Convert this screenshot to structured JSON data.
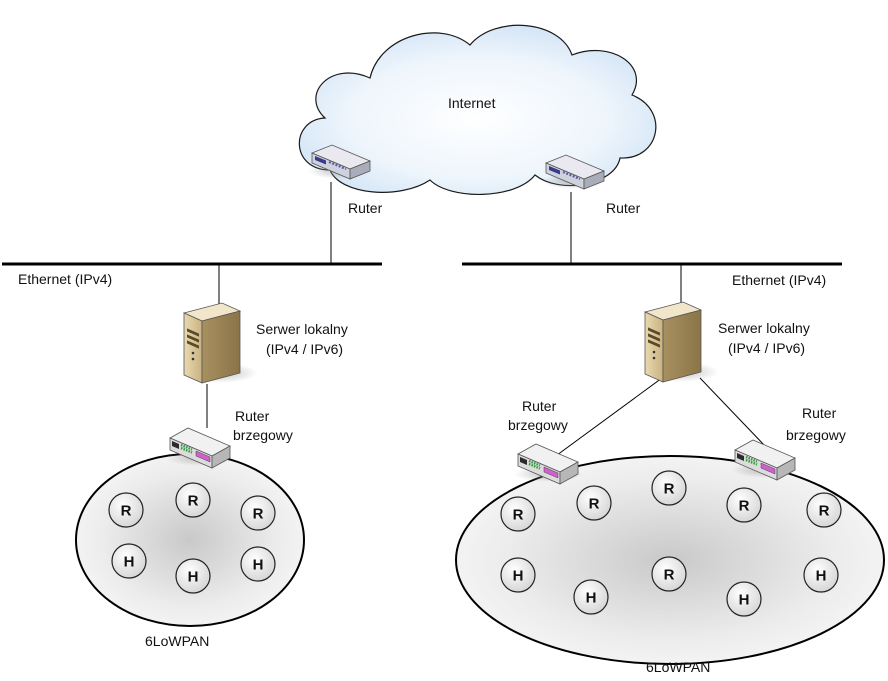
{
  "labels": {
    "internet": "Internet",
    "router": "Ruter",
    "ethernet": "Ethernet (IPv4)",
    "server_line1": "Serwer lokalny",
    "server_line2": "(IPv4 / IPv6)",
    "border_router_line1": "Ruter",
    "border_router_line2": "brzegowy",
    "network": "6LoWPAN"
  },
  "left_network": {
    "nodes": [
      "R",
      "R",
      "R",
      "H",
      "H",
      "H"
    ]
  },
  "right_network": {
    "nodes": [
      "R",
      "R",
      "R",
      "R",
      "R",
      "H",
      "R",
      "H",
      "H",
      "H"
    ]
  },
  "colors": {
    "line": "#000000",
    "cloud_fill": "#dcecf9",
    "ellipse_fill": "#e6e6e6",
    "node_fill": "#ececec",
    "server_body": "#d8c49a"
  },
  "icons": [
    "cloud-icon",
    "router-icon",
    "server-icon",
    "border-router-icon"
  ]
}
